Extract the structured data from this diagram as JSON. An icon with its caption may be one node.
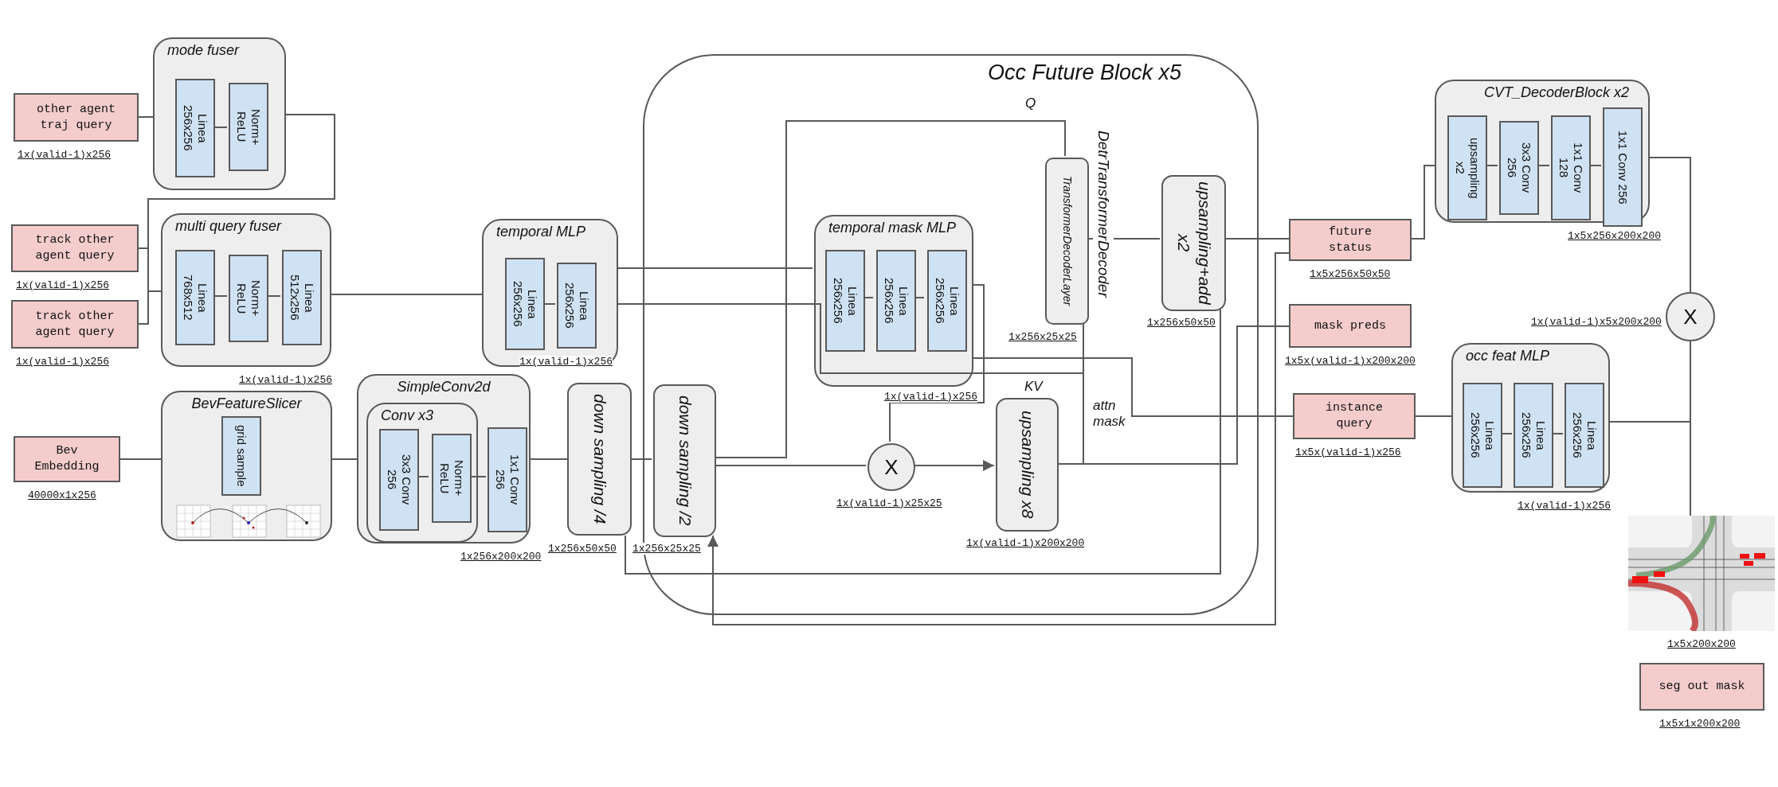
{
  "diagram": {
    "nodes": [
      {
        "text": [
          "other agent traj query"
        ],
        "beside": [
          "1x(valid-1)x256"
        ]
      },
      {
        "text": [
          "mode fuser"
        ]
      },
      {
        "text": [
          "Linea 256x256"
        ],
        "in": 1
      },
      {
        "text": [
          "Norm+ ReLU"
        ],
        "in": 1
      },
      {
        "text": [
          "track other agent query"
        ],
        "beside": [
          "1x(valid-1)x256"
        ]
      },
      {
        "text": [
          "track other agent query"
        ],
        "beside": [
          "1x(valid-1)x256"
        ]
      },
      {
        "text": [
          "multi query fuser"
        ],
        "beside": [
          "1x(valid-1)x256"
        ]
      },
      {
        "text": [
          "Linea 768x512"
        ],
        "in": 6
      },
      {
        "text": [
          "Norm+ ReLU"
        ],
        "in": 6
      },
      {
        "text": [
          "Linea 512x256"
        ],
        "in": 6
      },
      {
        "text": [
          "temporal MLP"
        ],
        "beside": [
          "1x(valid-1)x256"
        ]
      },
      {
        "text": [
          "Linea 256x256"
        ],
        "in": 10
      },
      {
        "text": [
          "Linea 256x256"
        ],
        "in": 10
      },
      {
        "text": [
          "Bev Embedding"
        ],
        "beside": [
          "40000x1x256"
        ]
      },
      {
        "text": [
          "BevFeatureSlicer"
        ]
      },
      {
        "text": [
          "grid sample"
        ],
        "in": 14
      },
      {
        "text": [
          "SimpleConv2d"
        ],
        "beside": [
          "1x256x200x200"
        ]
      },
      {
        "text": [
          "Conv x3"
        ],
        "in": 16
      },
      {
        "text": [
          "3x3 Conv 256"
        ],
        "in": 17
      },
      {
        "text": [
          "Norm+ ReLU"
        ],
        "in": 17
      },
      {
        "text": [
          "1x1 Conv 256"
        ],
        "in": 16
      },
      {
        "text": [
          "down sampling /4"
        ],
        "beside": [
          "1x256x50x50"
        ]
      },
      {
        "text": [
          "Occ Future Block x5"
        ]
      },
      {
        "text": [
          "down sampling /2"
        ],
        "in": 22,
        "beside": [
          "1x256x25x25"
        ]
      },
      {
        "text": [
          "temporal mask MLP"
        ],
        "in": 22,
        "beside": [
          "1x(valid-1)x256"
        ]
      },
      {
        "text": [
          "Linea 256x256"
        ],
        "in": 24
      },
      {
        "text": [
          "Linea 256x256"
        ],
        "in": 24
      },
      {
        "text": [
          "Linea 256x256"
        ],
        "in": 24
      },
      {
        "text": [
          "DetrTransformerDecoder",
          "TransformerDecoderLayer"
        ],
        "in": 22,
        "beside": [
          "1x256x25x25"
        ]
      },
      {
        "text": [
          "upsampling+add x2"
        ],
        "in": 22,
        "beside": [
          "1x256x50x50"
        ]
      },
      {
        "text": [
          "X"
        ],
        "in": 22,
        "beside": [
          "1x(valid-1)x25x25"
        ]
      },
      {
        "text": [
          "upsampling x8"
        ],
        "in": 22,
        "beside": [
          "1x(valid-1)x200x200"
        ]
      },
      {
        "text": [
          "future status"
        ],
        "beside": [
          "1x5x256x50x50"
        ]
      },
      {
        "text": [
          "mask preds"
        ],
        "beside": [
          "1x5x(valid-1)x200x200"
        ]
      },
      {
        "text": [
          "instance query"
        ],
        "beside": [
          "1x5x(valid-1)x256"
        ]
      },
      {
        "text": [
          "CVT_DecoderBlock x2"
        ],
        "beside": [
          "1x5x256x200x200"
        ]
      },
      {
        "text": [
          "upsampling x2"
        ],
        "in": 35
      },
      {
        "text": [
          "3x3 Conv 256"
        ],
        "in": 35
      },
      {
        "text": [
          "1x1 Conv 128"
        ],
        "in": 35
      },
      {
        "text": [
          "1x1 Conv 256"
        ],
        "in": 35
      },
      {
        "text": [
          "X"
        ],
        "beside": [
          "1x(valid-1)x5x200x200"
        ]
      },
      {
        "text": [
          "occ feat MLP"
        ],
        "beside": [
          "1x(valid-1)x256"
        ]
      },
      {
        "text": [
          "Linea 256x256"
        ],
        "in": 41
      },
      {
        "text": [
          "Linea 256x256"
        ],
        "in": 41
      },
      {
        "text": [
          "Linea 256x256"
        ],
        "in": 41
      },
      {
        "text": [],
        "shape": "picture",
        "beside": [
          "1x5x200x200"
        ]
      },
      {
        "text": [
          "seg out mask"
        ],
        "beside": [
          "1x5x1x200x200"
        ]
      }
    ],
    "edges": [
      {
        "from": 0,
        "to": 1,
        "arrow": "none"
      },
      {
        "from": 2,
        "to": 3,
        "arrow": "none"
      },
      {
        "from": 1,
        "to": 6,
        "arrow": "none"
      },
      {
        "from": 4,
        "to": 6,
        "arrow": "none"
      },
      {
        "from": 5,
        "to": 6,
        "arrow": "none"
      },
      {
        "from": 7,
        "to": 8,
        "arrow": "none"
      },
      {
        "from": 8,
        "to": 9,
        "arrow": "none"
      },
      {
        "from": 6,
        "to": 10,
        "arrow": "none"
      },
      {
        "from": 11,
        "to": 12,
        "arrow": "none"
      },
      {
        "from": 10,
        "to": 24,
        "arrow": "none"
      },
      {
        "from": 10,
        "to": 28,
        "arrow": "none",
        "label": "KV"
      },
      {
        "from": 23,
        "to": 28,
        "arrow": "none",
        "label": "Q"
      },
      {
        "from": 23,
        "to": 30,
        "arrow": "none"
      },
      {
        "from": 24,
        "to": 30,
        "arrow": "none"
      },
      {
        "from": 24,
        "to": 34,
        "arrow": "none"
      },
      {
        "from": 25,
        "to": 26,
        "arrow": "none"
      },
      {
        "from": 26,
        "to": 27,
        "arrow": "none"
      },
      {
        "from": 28,
        "to": 29,
        "arrow": "none"
      },
      {
        "from": 31,
        "to": 28,
        "arrow": "none",
        "label": "attn mask"
      },
      {
        "from": 31,
        "to": 33,
        "arrow": "none"
      },
      {
        "from": 30,
        "to": 31,
        "arrow": "to"
      },
      {
        "from": 29,
        "to": 32,
        "arrow": "none"
      },
      {
        "from": 29,
        "to": 21,
        "arrow": "none"
      },
      {
        "from": 32,
        "to": 23,
        "arrow": "to"
      },
      {
        "from": 13,
        "to": 14,
        "arrow": "none"
      },
      {
        "from": 14,
        "to": 16,
        "arrow": "none"
      },
      {
        "from": 18,
        "to": 19,
        "arrow": "none"
      },
      {
        "from": 19,
        "to": 20,
        "arrow": "none"
      },
      {
        "from": 16,
        "to": 21,
        "arrow": "none"
      },
      {
        "from": 21,
        "to": 23,
        "arrow": "none"
      },
      {
        "from": 32,
        "to": 35,
        "arrow": "none"
      },
      {
        "from": 36,
        "to": 37,
        "arrow": "none"
      },
      {
        "from": 37,
        "to": 38,
        "arrow": "none"
      },
      {
        "from": 38,
        "to": 39,
        "arrow": "none"
      },
      {
        "from": 35,
        "to": 40,
        "arrow": "none"
      },
      {
        "from": 34,
        "to": 41,
        "arrow": "none"
      },
      {
        "from": 42,
        "to": 43,
        "arrow": "none"
      },
      {
        "from": 43,
        "to": 44,
        "arrow": "none"
      },
      {
        "from": 41,
        "to": 40,
        "arrow": "none"
      },
      {
        "from": 40,
        "to": 45,
        "arrow": "none"
      }
    ]
  }
}
